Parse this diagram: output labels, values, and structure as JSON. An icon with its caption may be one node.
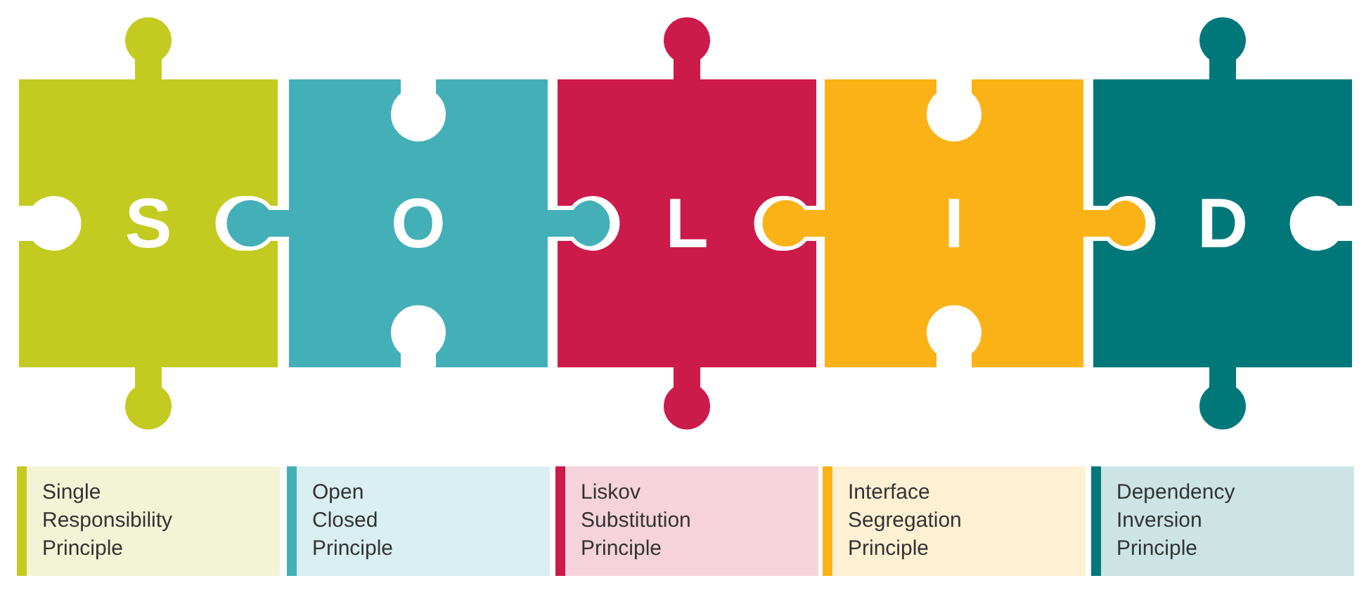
{
  "diagram": {
    "nodes": [
      {
        "text": [
          "S"
        ]
      },
      {
        "text": [
          "O"
        ]
      },
      {
        "text": [
          "L"
        ]
      },
      {
        "text": [
          "I"
        ]
      },
      {
        "text": [
          "D"
        ]
      },
      {
        "text": [
          "Single Responsibility Principle"
        ]
      },
      {
        "text": [
          "Open Closed Principle"
        ]
      },
      {
        "text": [
          "Liskov Substitution Principle"
        ]
      },
      {
        "text": [
          "Interface Segregation Principle"
        ]
      },
      {
        "text": [
          "Dependency Inversion Principle"
        ]
      }
    ]
  }
}
